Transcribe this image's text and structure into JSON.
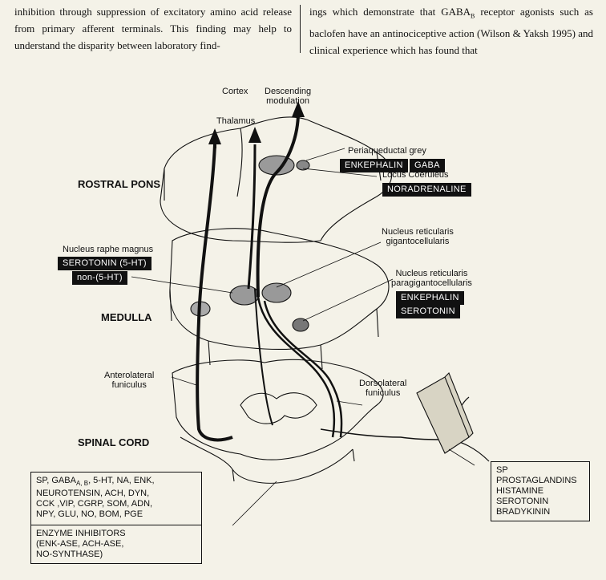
{
  "text": {
    "col1": "inhibition through suppression of excitatory amino acid release from primary afferent terminals. This finding may help to understand the disparity between laboratory find-",
    "col2": "ings which demonstrate that GABA_B receptor agonists such as baclofen have an antinociceptive action (Wilson & Yaksh 1995) and clinical experience which has found that"
  },
  "labels": {
    "cortex": "Cortex",
    "thalamus": "Thalamus",
    "descending": "Descending\nmodulation",
    "pag": "Periaqueductal grey",
    "locus": "Locus Coeruleus",
    "rostral_pons": "ROSTRAL PONS",
    "raphe": "Nucleus raphe magnus",
    "gigantocellularis": "Nucleus reticularis\ngigantocellularis",
    "paragigantocellularis": "Nucleus reticularis\nparagigantocellularis",
    "medulla": "MEDULLA",
    "anterolateral": "Anterolateral\nfuniculus",
    "dorsolateral": "Dorsolateral\nfuniculus",
    "spinal_cord": "SPINAL CORD"
  },
  "tags": {
    "pag": [
      "ENKEPHALIN",
      "GABA"
    ],
    "locus": [
      "NORADRENALINE"
    ],
    "raphe": [
      "SEROTONIN (5-HT)",
      "non-(5-HT)"
    ],
    "paragiganto": [
      "ENKEPHALIN",
      "SEROTONIN"
    ]
  },
  "boxes": {
    "mediators_left": "SP, GABA A, B, 5-HT, NA, ENK,\nNEUROTENSIN, ACH, DYN,\nCCK ,VIP, CGRP, SOM, ADN,\nNPY, GLU, NO, BOM, PGE",
    "enzyme_inhibitors": "ENZYME INHIBITORS\n(ENK-ASE, ACH-ASE,\nNO-SYNTHASE)",
    "mediators_right": "SP\nPROSTAGLANDINS\nHISTAMINE\nSEROTONIN\nBRADYKININ"
  },
  "colors": {
    "background": "#f4f2e8",
    "ink": "#111111",
    "tag_bg": "#111111",
    "tag_fg": "#ffffff"
  }
}
